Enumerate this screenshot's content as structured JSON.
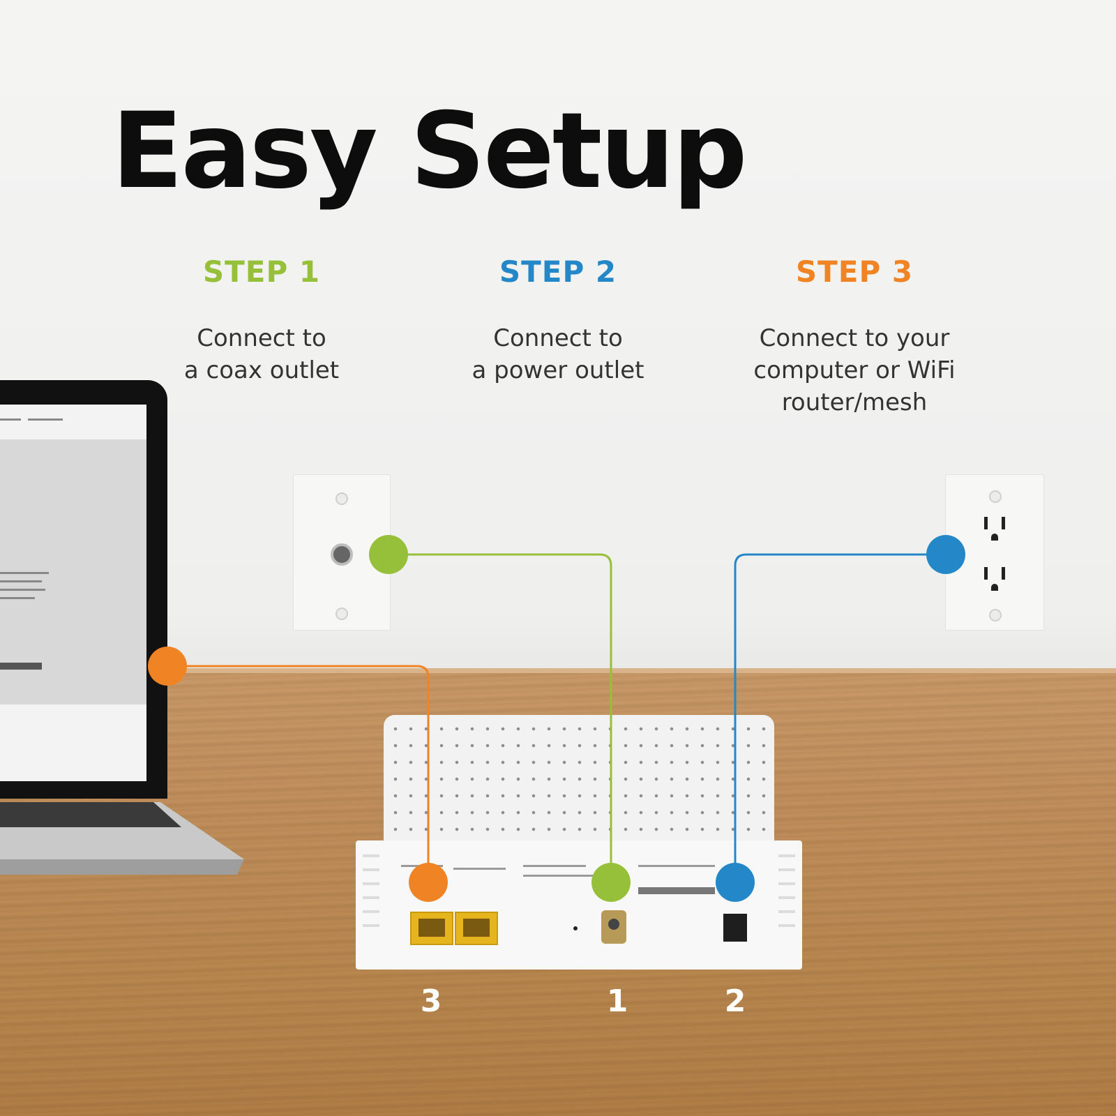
{
  "title": "Easy Setup",
  "colors": {
    "step1": "#97c03a",
    "step2": "#2487c8",
    "step3": "#f08424",
    "title": "#0d0d0d"
  },
  "steps": [
    {
      "heading": "STEP 1",
      "desc_lines": [
        "Connect to",
        "a coax outlet"
      ]
    },
    {
      "heading": "STEP 2",
      "desc_lines": [
        "Connect to",
        "a power outlet"
      ]
    },
    {
      "heading": "STEP 3",
      "desc_lines": [
        "Connect to your",
        "computer or WiFi",
        "router/mesh"
      ]
    }
  ],
  "port_numbers": [
    "3",
    "1",
    "2"
  ],
  "icons": [
    "coax-wall-plate-icon",
    "power-outlet-icon",
    "laptop-icon",
    "modem-icon"
  ]
}
